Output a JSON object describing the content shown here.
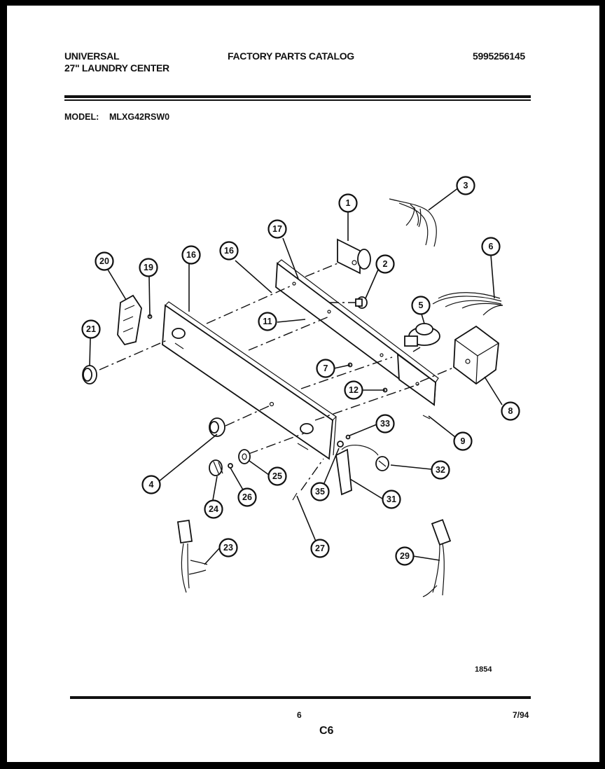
{
  "header": {
    "brand": "UNIVERSAL",
    "product": "27\" LAUNDRY CENTER",
    "catalog_title": "FACTORY PARTS CATALOG",
    "catalog_number": "5995256145"
  },
  "model": {
    "label": "MODEL:",
    "value": "MLXG42RSW0"
  },
  "diagram": {
    "callouts": [
      "1",
      "2",
      "3",
      "4",
      "5",
      "6",
      "7",
      "8",
      "9",
      "11",
      "12",
      "16",
      "16",
      "17",
      "19",
      "20",
      "21",
      "23",
      "24",
      "25",
      "26",
      "27",
      "29",
      "31",
      "32",
      "33",
      "35"
    ],
    "drawing_number": "1854"
  },
  "footer": {
    "page_number": "6",
    "date": "7/94",
    "section": "C6"
  }
}
